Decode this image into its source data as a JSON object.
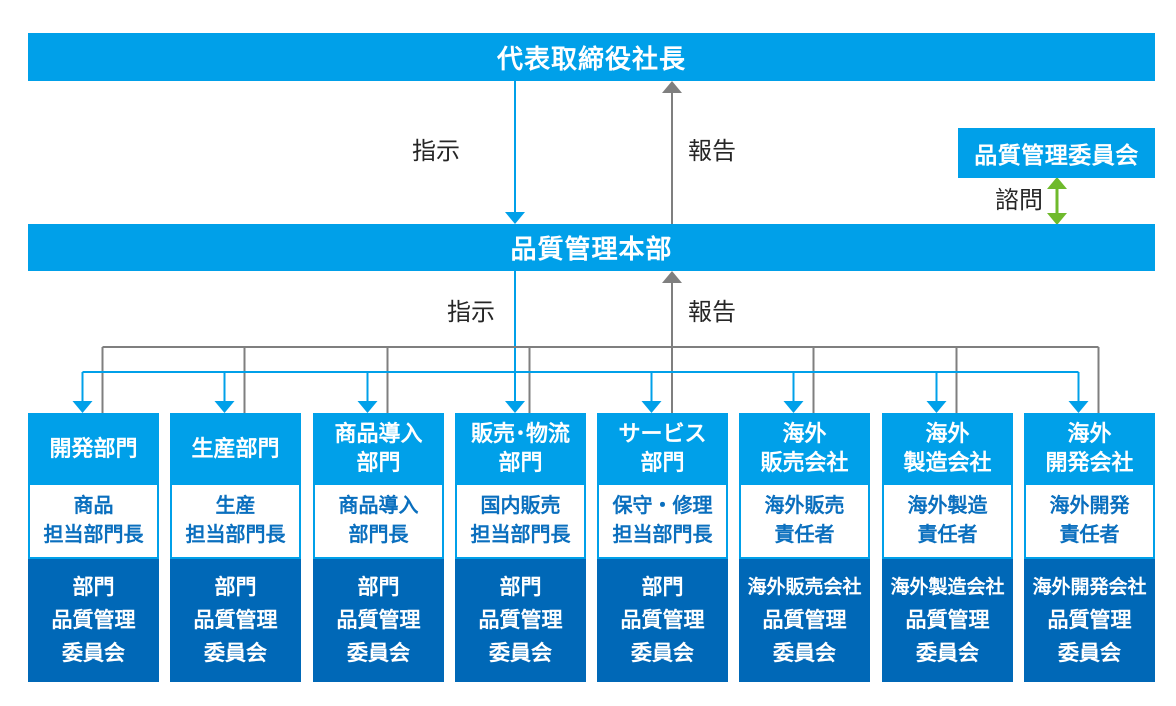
{
  "colors": {
    "bright_blue": "#00A0E9",
    "dark_blue": "#0068B7",
    "manager_text_blue": "#0A6FBE",
    "connector_gray": "#7F7F7F",
    "advisory_green": "#6FBA2C",
    "label_text": "#262626"
  },
  "president_bar": {
    "label": "代表取締役社長"
  },
  "hq_bar": {
    "label": "品質管理本部"
  },
  "quality_committee_box": {
    "label": "品質管理委員会"
  },
  "connectors": {
    "instruction_top": "指示",
    "report_top": "報告",
    "instruction_bottom": "指示",
    "report_bottom": "報告",
    "advisory": "諮問"
  },
  "departments": [
    {
      "header_lines": [
        "開発部門"
      ],
      "manager_lines": [
        "商品",
        "担当部門長"
      ],
      "committee_lines": [
        "部門",
        "品質管理",
        "委員会"
      ]
    },
    {
      "header_lines": [
        "生産部門"
      ],
      "manager_lines": [
        "生産",
        "担当部門長"
      ],
      "committee_lines": [
        "部門",
        "品質管理",
        "委員会"
      ]
    },
    {
      "header_lines": [
        "商品導入",
        "部門"
      ],
      "manager_lines": [
        "商品導入",
        "部門長"
      ],
      "committee_lines": [
        "部門",
        "品質管理",
        "委員会"
      ]
    },
    {
      "header_lines": [
        "販売･物流",
        "部門"
      ],
      "manager_lines": [
        "国内販売",
        "担当部門長"
      ],
      "committee_lines": [
        "部門",
        "品質管理",
        "委員会"
      ]
    },
    {
      "header_lines": [
        "サービス",
        "部門"
      ],
      "manager_lines": [
        "保守・修理",
        "担当部門長"
      ],
      "committee_lines": [
        "部門",
        "品質管理",
        "委員会"
      ]
    },
    {
      "header_lines": [
        "海外",
        "販売会社"
      ],
      "manager_lines": [
        "海外販売",
        "責任者"
      ],
      "committee_lines": [
        "海外販売会社",
        "品質管理",
        "委員会"
      ]
    },
    {
      "header_lines": [
        "海外",
        "製造会社"
      ],
      "manager_lines": [
        "海外製造",
        "責任者"
      ],
      "committee_lines": [
        "海外製造会社",
        "品質管理",
        "委員会"
      ]
    },
    {
      "header_lines": [
        "海外",
        "開発会社"
      ],
      "manager_lines": [
        "海外開発",
        "責任者"
      ],
      "committee_lines": [
        "海外開発会社",
        "品質管理",
        "委員会"
      ]
    }
  ]
}
